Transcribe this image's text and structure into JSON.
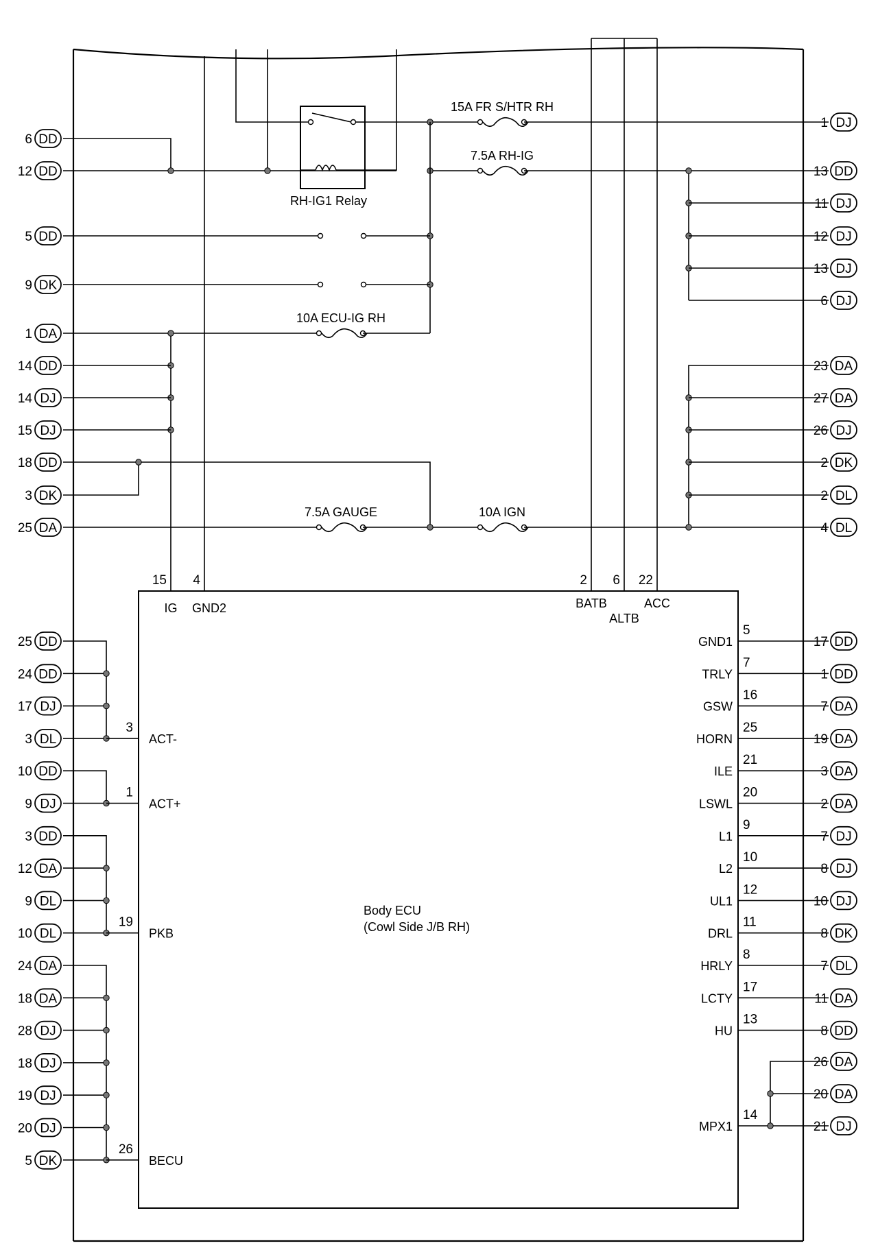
{
  "fuses": [
    {
      "id": "f1",
      "label": "15A FR S/HTR RH"
    },
    {
      "id": "f2",
      "label": "7.5A RH-IG"
    },
    {
      "id": "f3",
      "label": "10A ECU-IG RH"
    },
    {
      "id": "f4",
      "label": "7.5A GAUGE"
    },
    {
      "id": "f5",
      "label": "10A IGN"
    }
  ],
  "relay": {
    "label": "RH-IG1 Relay"
  },
  "ecu": {
    "name": "Body ECU",
    "location": "(Cowl Side J/B RH)"
  },
  "ecu_top_pins": [
    {
      "pin": "15",
      "name": "IG"
    },
    {
      "pin": "4",
      "name": "GND2"
    },
    {
      "pin": "2",
      "name": "BATB"
    },
    {
      "pin": "6",
      "name": "ALTB"
    },
    {
      "pin": "22",
      "name": "ACC"
    }
  ],
  "left_upper": [
    {
      "pin": "6",
      "conn": "DD"
    },
    {
      "pin": "12",
      "conn": "DD"
    },
    {
      "pin": "5",
      "conn": "DD"
    },
    {
      "pin": "9",
      "conn": "DK"
    },
    {
      "pin": "1",
      "conn": "DA"
    },
    {
      "pin": "14",
      "conn": "DD"
    },
    {
      "pin": "14",
      "conn": "DJ"
    },
    {
      "pin": "15",
      "conn": "DJ"
    },
    {
      "pin": "18",
      "conn": "DD"
    },
    {
      "pin": "3",
      "conn": "DK"
    },
    {
      "pin": "25",
      "conn": "DA"
    }
  ],
  "right_upper": [
    {
      "pin": "1",
      "conn": "DJ"
    },
    {
      "pin": "13",
      "conn": "DD"
    },
    {
      "pin": "11",
      "conn": "DJ"
    },
    {
      "pin": "12",
      "conn": "DJ"
    },
    {
      "pin": "13",
      "conn": "DJ"
    },
    {
      "pin": "6",
      "conn": "DJ"
    },
    {
      "pin": "23",
      "conn": "DA"
    },
    {
      "pin": "27",
      "conn": "DA"
    },
    {
      "pin": "26",
      "conn": "DJ"
    },
    {
      "pin": "2",
      "conn": "DK"
    },
    {
      "pin": "2",
      "conn": "DL"
    },
    {
      "pin": "4",
      "conn": "DL"
    }
  ],
  "left_lower": [
    {
      "pin": "25",
      "conn": "DD"
    },
    {
      "pin": "24",
      "conn": "DD"
    },
    {
      "pin": "17",
      "conn": "DJ"
    },
    {
      "pin": "3",
      "conn": "DL"
    },
    {
      "pin": "10",
      "conn": "DD"
    },
    {
      "pin": "9",
      "conn": "DJ"
    },
    {
      "pin": "3",
      "conn": "DD"
    },
    {
      "pin": "12",
      "conn": "DA"
    },
    {
      "pin": "9",
      "conn": "DL"
    },
    {
      "pin": "10",
      "conn": "DL"
    },
    {
      "pin": "24",
      "conn": "DA"
    },
    {
      "pin": "18",
      "conn": "DA"
    },
    {
      "pin": "28",
      "conn": "DJ"
    },
    {
      "pin": "18",
      "conn": "DJ"
    },
    {
      "pin": "19",
      "conn": "DJ"
    },
    {
      "pin": "20",
      "conn": "DJ"
    },
    {
      "pin": "5",
      "conn": "DK"
    }
  ],
  "ecu_left_pins": [
    {
      "pin": "3",
      "name": "ACT-"
    },
    {
      "pin": "1",
      "name": "ACT+"
    },
    {
      "pin": "19",
      "name": "PKB"
    },
    {
      "pin": "26",
      "name": "BECU"
    }
  ],
  "right_lower": [
    {
      "pin": "17",
      "conn": "DD",
      "ecu_pin": "5",
      "signal": "GND1"
    },
    {
      "pin": "1",
      "conn": "DD",
      "ecu_pin": "7",
      "signal": "TRLY"
    },
    {
      "pin": "7",
      "conn": "DA",
      "ecu_pin": "16",
      "signal": "GSW"
    },
    {
      "pin": "19",
      "conn": "DA",
      "ecu_pin": "25",
      "signal": "HORN"
    },
    {
      "pin": "3",
      "conn": "DA",
      "ecu_pin": "21",
      "signal": "ILE"
    },
    {
      "pin": "2",
      "conn": "DA",
      "ecu_pin": "20",
      "signal": "LSWL"
    },
    {
      "pin": "7",
      "conn": "DJ",
      "ecu_pin": "9",
      "signal": "L1"
    },
    {
      "pin": "8",
      "conn": "DJ",
      "ecu_pin": "10",
      "signal": "L2"
    },
    {
      "pin": "10",
      "conn": "DJ",
      "ecu_pin": "12",
      "signal": "UL1"
    },
    {
      "pin": "8",
      "conn": "DK",
      "ecu_pin": "11",
      "signal": "DRL"
    },
    {
      "pin": "7",
      "conn": "DL",
      "ecu_pin": "8",
      "signal": "HRLY"
    },
    {
      "pin": "11",
      "conn": "DA",
      "ecu_pin": "17",
      "signal": "LCTY"
    },
    {
      "pin": "8",
      "conn": "DD",
      "ecu_pin": "13",
      "signal": "HU"
    }
  ],
  "mpx": [
    {
      "pin": "26",
      "conn": "DA"
    },
    {
      "pin": "20",
      "conn": "DA"
    },
    {
      "pin": "21",
      "conn": "DJ"
    }
  ],
  "mpx_ecu": {
    "pin": "14",
    "name": "MPX1"
  }
}
